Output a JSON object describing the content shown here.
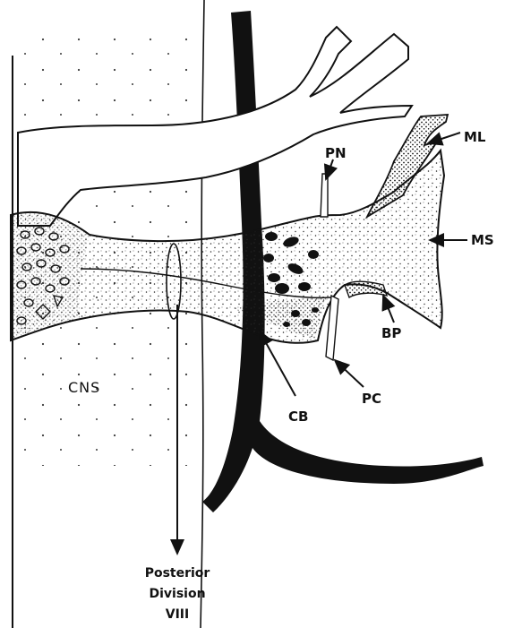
{
  "labels": {
    "ml": "ML",
    "pn": "PN",
    "ms": "MS",
    "bp": "BP",
    "pc": "PC",
    "cb": "CB",
    "cns": "CNS",
    "posterior_line1": "Posterior",
    "posterior_line2": "Division",
    "posterior_line3": "VIII"
  },
  "colors": {
    "ink": "#111111",
    "paper": "#ffffff"
  }
}
